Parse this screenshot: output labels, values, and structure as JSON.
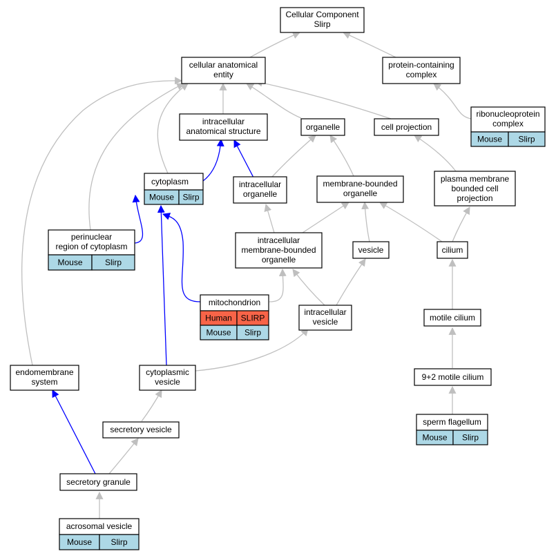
{
  "colors": {
    "mouse_cell": "#add8e6",
    "human_cell": "#f86448",
    "gray_edge": "#bfbfbf",
    "blue_edge": "#0000ff"
  },
  "nodes": {
    "root": [
      "Cellular Component",
      "Slirp"
    ],
    "cae": [
      "cellular anatomical",
      "entity"
    ],
    "pcc": [
      "protein-containing",
      "complex"
    ],
    "ribo": [
      "ribonucleoprotein",
      "complex"
    ],
    "ias": [
      "intracellular",
      "anatomical structure"
    ],
    "organelle": [
      "organelle"
    ],
    "cellproj": [
      "cell projection"
    ],
    "cytoplasm": [
      "cytoplasm"
    ],
    "io": [
      "intracellular",
      "organelle"
    ],
    "mbo": [
      "membrane-bounded",
      "organelle"
    ],
    "pmbcp": [
      "plasma membrane",
      "bounded cell",
      "projection"
    ],
    "perinuclear": [
      "perinuclear",
      "region of cytoplasm"
    ],
    "imbo": [
      "intracellular",
      "membrane-bounded",
      "organelle"
    ],
    "vesicle": [
      "vesicle"
    ],
    "cilium": [
      "cilium"
    ],
    "mito": [
      "mitochondrion"
    ],
    "ivesicle": [
      "intracellular",
      "vesicle"
    ],
    "motile": [
      "motile cilium"
    ],
    "endo": [
      "endomembrane",
      "system"
    ],
    "cytovesicle": [
      "cytoplasmic",
      "vesicle"
    ],
    "ninetwo": [
      "9+2 motile cilium"
    ],
    "secves": [
      "secretory vesicle"
    ],
    "sperm": [
      "sperm flagellum"
    ],
    "secgran": [
      "secretory granule"
    ],
    "acro": [
      "acrosomal vesicle"
    ]
  },
  "annotations": {
    "ribo": [
      [
        "Mouse",
        "Slirp"
      ]
    ],
    "cytoplasm": [
      [
        "Mouse",
        "Slirp"
      ]
    ],
    "perinuclear": [
      [
        "Mouse",
        "Slirp"
      ]
    ],
    "mito_human": [
      [
        "Human",
        "SLIRP"
      ]
    ],
    "mito_mouse": [
      [
        "Mouse",
        "Slirp"
      ]
    ],
    "sperm": [
      [
        "Mouse",
        "Slirp"
      ]
    ],
    "acro": [
      [
        "Mouse",
        "Slirp"
      ]
    ]
  }
}
